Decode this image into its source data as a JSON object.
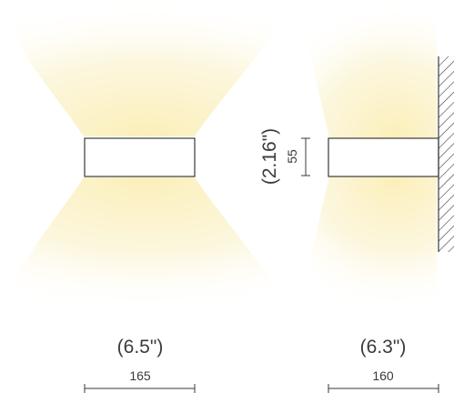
{
  "front_view": {
    "width_inches": "(6.5\")",
    "width_mm": "165"
  },
  "side_view": {
    "depth_inches": "(6.3\")",
    "depth_mm": "160",
    "height_inches": "(2.16\")",
    "height_mm": "55"
  },
  "colors": {
    "light_glow": "#fbf3c8",
    "line": "#3a3a3a",
    "fixture_fill": "#ffffff"
  }
}
